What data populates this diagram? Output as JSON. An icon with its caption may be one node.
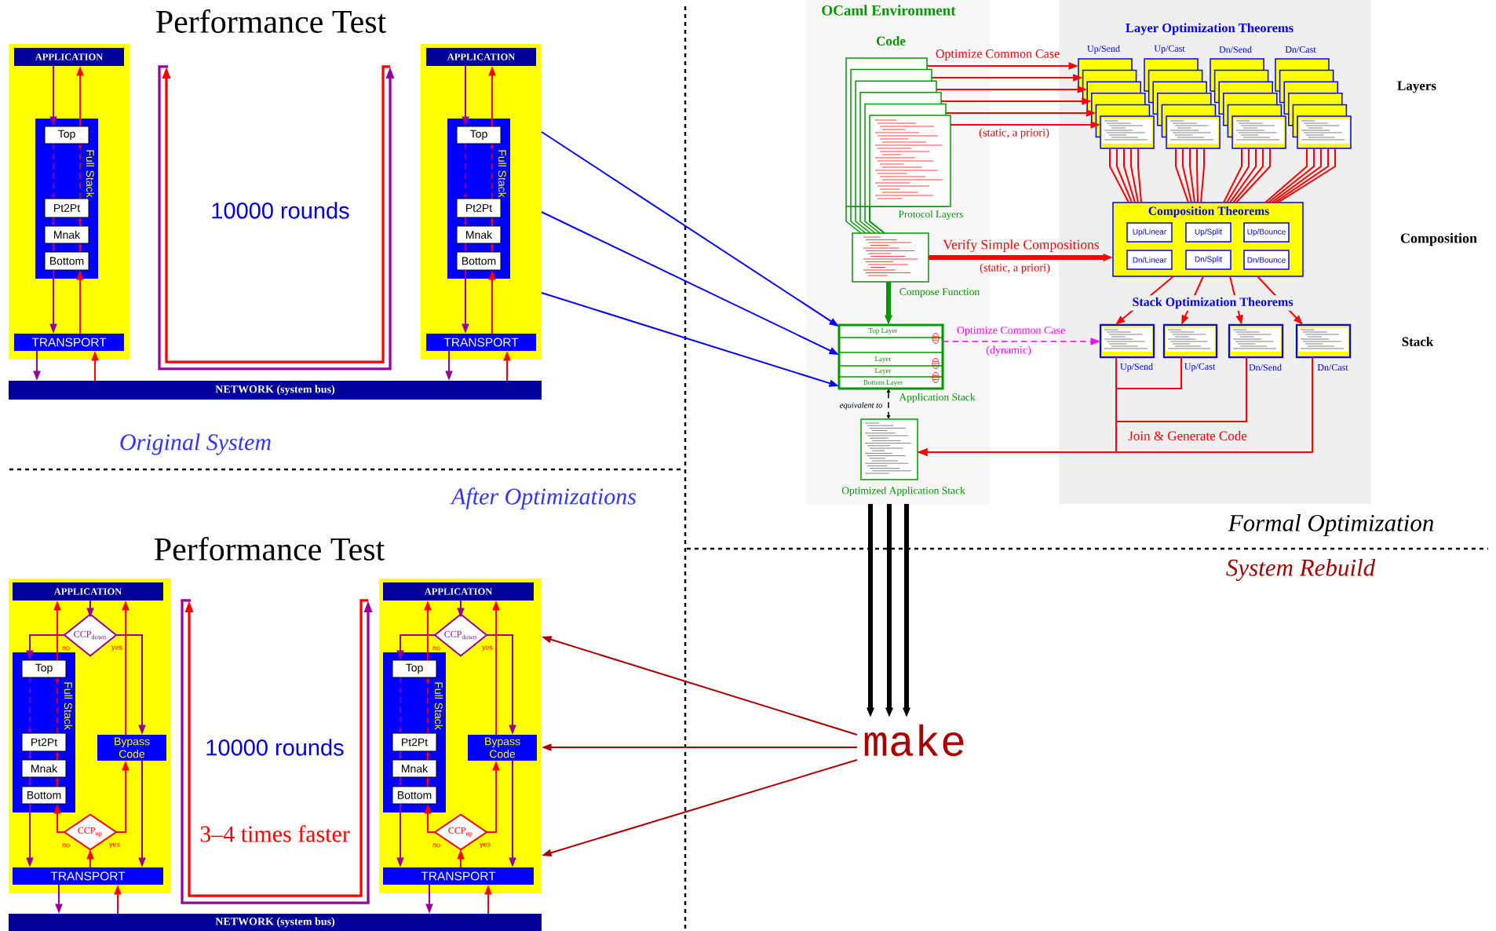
{
  "diagram": {
    "nodes": [
      {
        "text": [],
        "shape": "box"
      },
      {
        "text": [
          "APPLICATION"
        ],
        "in": 0
      },
      {
        "text": [
          "Full Stack"
        ],
        "in": 0
      },
      {
        "text": [
          "Top"
        ],
        "in": 2
      },
      {
        "text": [
          "Pt2Pt"
        ],
        "in": 2
      },
      {
        "text": [
          "Mnak"
        ],
        "in": 2
      },
      {
        "text": [
          "Bottom"
        ],
        "in": 2
      },
      {
        "text": [
          "TRANSPORT"
        ],
        "in": 0
      },
      {
        "text": [],
        "shape": "box"
      },
      {
        "text": [
          "APPLICATION"
        ],
        "in": 8
      },
      {
        "text": [
          "Full Stack"
        ],
        "in": 8
      },
      {
        "text": [
          "Top"
        ],
        "in": 10
      },
      {
        "text": [
          "Pt2Pt"
        ],
        "in": 10
      },
      {
        "text": [
          "Mnak"
        ],
        "in": 10
      },
      {
        "text": [
          "Bottom"
        ],
        "in": 10
      },
      {
        "text": [
          "TRANSPORT"
        ],
        "in": 8
      },
      {
        "text": [
          "NETWORK (system bus)"
        ]
      },
      {
        "text": [],
        "shape": "box"
      },
      {
        "text": [
          "APPLICATION"
        ],
        "in": 17
      },
      {
        "text": [
          "CCP$_{down}$"
        ],
        "in": 17
      },
      {
        "text": [
          "Full Stack"
        ],
        "in": 17
      },
      {
        "text": [
          "Top"
        ],
        "in": 20
      },
      {
        "text": [
          "Pt2Pt"
        ],
        "in": 20
      },
      {
        "text": [
          "Mnak"
        ],
        "in": 20
      },
      {
        "text": [
          "Bottom"
        ],
        "in": 20
      },
      {
        "text": [
          "Bypass Code"
        ],
        "in": 17
      },
      {
        "text": [
          "CCP$_{up}$"
        ],
        "in": 17
      },
      {
        "text": [
          "TRANSPORT"
        ],
        "in": 17
      },
      {
        "text": [],
        "shape": "box"
      },
      {
        "text": [
          "APPLICATION"
        ],
        "in": 28
      },
      {
        "text": [
          "CCP$_{down}$"
        ],
        "in": 28
      },
      {
        "text": [
          "Full Stack"
        ],
        "in": 28
      },
      {
        "text": [
          "Top"
        ],
        "in": 31
      },
      {
        "text": [
          "Pt2Pt"
        ],
        "in": 31
      },
      {
        "text": [
          "Mnak"
        ],
        "in": 31
      },
      {
        "text": [
          "Bottom"
        ],
        "in": 31
      },
      {
        "text": [
          "Bypass Code"
        ],
        "in": 28
      },
      {
        "text": [
          "CCP$_{up}$"
        ],
        "in": 28
      },
      {
        "text": [
          "TRANSPORT"
        ],
        "in": 28
      },
      {
        "text": [
          "NETWORK (system bus)"
        ]
      },
      {
        "text": [
          "OCaml Environment"
        ]
      },
      {
        "text": [
          "Code"
        ],
        "beside": [
          "Protocol Layers"
        ],
        "in": 40
      },
      {
        "text": [],
        "shape": "box",
        "beside": [
          "Compose Function"
        ],
        "in": 40
      },
      {
        "text": [
          "Top Layer",
          "Layer",
          "Layer",
          "Bottom Layer"
        ],
        "beside": [
          "Application Stack"
        ],
        "in": 40
      },
      {
        "text": [],
        "shape": "box",
        "beside": [
          "Optimized Application Stack"
        ],
        "in": 40
      },
      {
        "text": [],
        "shape": "box"
      },
      {
        "text": [
          "Up/Send"
        ],
        "in": 45
      },
      {
        "text": [
          "Up/Cast"
        ],
        "in": 45
      },
      {
        "text": [
          "Dn/Send"
        ],
        "in": 45
      },
      {
        "text": [
          "Dn/Cast"
        ],
        "in": 45
      },
      {
        "text": [
          "Composition Theorems"
        ],
        "in": 45
      },
      {
        "text": [
          "Up/Linear"
        ],
        "in": 50
      },
      {
        "text": [
          "Up/Split"
        ],
        "in": 50
      },
      {
        "text": [
          "Up/Bounce"
        ],
        "in": 50
      },
      {
        "text": [
          "Dn/Linear"
        ],
        "in": 50
      },
      {
        "text": [
          "Dn/Split"
        ],
        "in": 50
      },
      {
        "text": [
          "Dn/Bounce"
        ],
        "in": 50
      },
      {
        "text": [
          "Up/Send"
        ],
        "in": 45
      },
      {
        "text": [
          "Up/Cast"
        ],
        "in": 45
      },
      {
        "text": [
          "Dn/Send"
        ],
        "in": 45
      },
      {
        "text": [
          "Dn/Cast"
        ],
        "in": 45
      },
      {
        "text": [
          "make"
        ]
      }
    ],
    "edges": [
      {
        "from": 1,
        "to": 3,
        "arrow": "to",
        "color": "#990099"
      },
      {
        "from": 3,
        "to": 1,
        "arrow": "to",
        "color": "#ff0000"
      },
      {
        "from": 3,
        "to": 4,
        "arrow": "to",
        "style": "dashed",
        "color": "#990099"
      },
      {
        "from": 4,
        "to": 3,
        "arrow": "to",
        "style": "dashed",
        "color": "#ff0000"
      },
      {
        "from": 4,
        "to": 5,
        "arrow": "to",
        "color": "#990099"
      },
      {
        "from": 5,
        "to": 4,
        "arrow": "to",
        "color": "#ff0000"
      },
      {
        "from": 5,
        "to": 6,
        "arrow": "to",
        "color": "#990099"
      },
      {
        "from": 6,
        "to": 5,
        "arrow": "to",
        "color": "#ff0000"
      },
      {
        "from": 6,
        "to": 7,
        "arrow": "to",
        "color": "#990099"
      },
      {
        "from": 7,
        "to": 6,
        "arrow": "to",
        "color": "#ff0000"
      },
      {
        "from": 7,
        "to": 16,
        "arrow": "to",
        "color": "#990099"
      },
      {
        "from": 16,
        "to": 7,
        "arrow": "to",
        "color": "#ff0000"
      },
      {
        "from": 9,
        "to": 11,
        "arrow": "to",
        "color": "#990099"
      },
      {
        "from": 11,
        "to": 9,
        "arrow": "to",
        "color": "#ff0000"
      },
      {
        "from": 11,
        "to": 12,
        "arrow": "to",
        "style": "dashed",
        "color": "#990099"
      },
      {
        "from": 12,
        "to": 11,
        "arrow": "to",
        "style": "dashed",
        "color": "#ff0000"
      },
      {
        "from": 12,
        "to": 13,
        "arrow": "to",
        "color": "#990099"
      },
      {
        "from": 13,
        "to": 12,
        "arrow": "to",
        "color": "#ff0000"
      },
      {
        "from": 13,
        "to": 14,
        "arrow": "to",
        "color": "#990099"
      },
      {
        "from": 14,
        "to": 13,
        "arrow": "to",
        "color": "#ff0000"
      },
      {
        "from": 14,
        "to": 15,
        "arrow": "to",
        "color": "#990099"
      },
      {
        "from": 15,
        "to": 14,
        "arrow": "to",
        "color": "#ff0000"
      },
      {
        "from": 15,
        "to": 16,
        "arrow": "to",
        "color": "#990099"
      },
      {
        "from": 16,
        "to": 15,
        "arrow": "to",
        "color": "#ff0000"
      },
      {
        "from": 18,
        "to": 19,
        "arrow": "to",
        "color": "#990099"
      },
      {
        "from": 19,
        "to": 21,
        "arrow": "to",
        "label": "no",
        "color": "#990099"
      },
      {
        "from": 19,
        "to": 25,
        "arrow": "to",
        "label": "yes",
        "color": "#990099"
      },
      {
        "from": 21,
        "to": 18,
        "arrow": "to",
        "color": "#ff0000"
      },
      {
        "from": 25,
        "to": 18,
        "arrow": "to",
        "color": "#ff0000"
      },
      {
        "from": 25,
        "to": 27,
        "arrow": "to",
        "color": "#990099"
      },
      {
        "from": 26,
        "to": 25,
        "arrow": "to",
        "label": "yes",
        "color": "#ff0000"
      },
      {
        "from": 26,
        "to": 24,
        "arrow": "to",
        "label": "no",
        "color": "#ff0000"
      },
      {
        "from": 27,
        "to": 26,
        "arrow": "to",
        "color": "#ff0000"
      },
      {
        "from": 24,
        "to": 27,
        "arrow": "to",
        "color": "#990099"
      },
      {
        "from": 21,
        "to": 22,
        "arrow": "to",
        "style": "dashed",
        "color": "#990099"
      },
      {
        "from": 22,
        "to": 21,
        "arrow": "to",
        "style": "dashed",
        "color": "#ff0000"
      },
      {
        "from": 22,
        "to": 23,
        "arrow": "to",
        "color": "#990099"
      },
      {
        "from": 23,
        "to": 22,
        "arrow": "to",
        "color": "#ff0000"
      },
      {
        "from": 23,
        "to": 24,
        "arrow": "to",
        "color": "#990099"
      },
      {
        "from": 24,
        "to": 23,
        "arrow": "to",
        "color": "#ff0000"
      },
      {
        "from": 27,
        "to": 39,
        "arrow": "to",
        "color": "#990099"
      },
      {
        "from": 39,
        "to": 27,
        "arrow": "to",
        "color": "#ff0000"
      },
      {
        "from": 29,
        "to": 30,
        "arrow": "to",
        "color": "#990099"
      },
      {
        "from": 30,
        "to": 32,
        "arrow": "to",
        "label": "no",
        "color": "#990099"
      },
      {
        "from": 30,
        "to": 36,
        "arrow": "to",
        "label": "yes",
        "color": "#990099"
      },
      {
        "from": 32,
        "to": 29,
        "arrow": "to",
        "color": "#ff0000"
      },
      {
        "from": 36,
        "to": 29,
        "arrow": "to",
        "color": "#ff0000"
      },
      {
        "from": 36,
        "to": 38,
        "arrow": "to",
        "color": "#990099"
      },
      {
        "from": 37,
        "to": 36,
        "arrow": "to",
        "label": "yes",
        "color": "#ff0000"
      },
      {
        "from": 37,
        "to": 35,
        "arrow": "to",
        "label": "no",
        "color": "#ff0000"
      },
      {
        "from": 38,
        "to": 37,
        "arrow": "to",
        "color": "#ff0000"
      },
      {
        "from": 35,
        "to": 38,
        "arrow": "to",
        "color": "#990099"
      },
      {
        "from": 32,
        "to": 33,
        "arrow": "to",
        "style": "dashed",
        "color": "#990099"
      },
      {
        "from": 33,
        "to": 32,
        "arrow": "to",
        "style": "dashed",
        "color": "#ff0000"
      },
      {
        "from": 33,
        "to": 34,
        "arrow": "to",
        "color": "#990099"
      },
      {
        "from": 34,
        "to": 33,
        "arrow": "to",
        "color": "#ff0000"
      },
      {
        "from": 34,
        "to": 35,
        "arrow": "to",
        "color": "#990099"
      },
      {
        "from": 35,
        "to": 34,
        "arrow": "to",
        "color": "#ff0000"
      },
      {
        "from": 38,
        "to": 39,
        "arrow": "to",
        "color": "#990099"
      },
      {
        "from": 39,
        "to": 38,
        "arrow": "to",
        "color": "#ff0000"
      },
      {
        "from": 41,
        "to": 46,
        "arrow": "to",
        "label": "Optimize Common Case",
        "color": "#ff0000"
      },
      {
        "from": 41,
        "to": 46,
        "arrow": "to",
        "color": "#ff0000"
      },
      {
        "from": 41,
        "to": 46,
        "arrow": "to",
        "color": "#ff0000"
      },
      {
        "from": 41,
        "to": 46,
        "arrow": "to",
        "color": "#ff0000"
      },
      {
        "from": 41,
        "to": 46,
        "arrow": "to",
        "color": "#ff0000"
      },
      {
        "from": 41,
        "to": 46,
        "arrow": "to",
        "color": "#ff0000"
      },
      {
        "from": 41,
        "to": 42,
        "arrow": "none",
        "color": "#009900"
      },
      {
        "from": 42,
        "to": 43,
        "arrow": "to",
        "style": "thick",
        "color": "#009900"
      },
      {
        "from": 43,
        "to": 44,
        "arrow": "both",
        "style": "dashed",
        "label": "equivalent to",
        "color": "#000000"
      },
      {
        "from": 42,
        "to": 50,
        "arrow": "to",
        "style": "thick",
        "label": "Verify Simple Compositions",
        "color": "#ff0000"
      },
      {
        "from": 46,
        "to": 50,
        "arrow": "none",
        "color": "#ff0000"
      },
      {
        "from": 47,
        "to": 50,
        "arrow": "none",
        "color": "#ff0000"
      },
      {
        "from": 48,
        "to": 50,
        "arrow": "none",
        "color": "#ff0000"
      },
      {
        "from": 49,
        "to": 50,
        "arrow": "none",
        "color": "#ff0000"
      },
      {
        "from": 50,
        "to": 57,
        "arrow": "to",
        "color": "#ff0000"
      },
      {
        "from": 50,
        "to": 58,
        "arrow": "to",
        "color": "#ff0000"
      },
      {
        "from": 50,
        "to": 59,
        "arrow": "to",
        "color": "#ff0000"
      },
      {
        "from": 50,
        "to": 60,
        "arrow": "to",
        "color": "#ff0000"
      },
      {
        "from": 43,
        "to": 57,
        "arrow": "to",
        "style": "dashed",
        "label": "Optimize Common Case",
        "color": "#ff00ff"
      },
      {
        "from": 57,
        "to": 44,
        "arrow": "to",
        "color": "#ff0000"
      },
      {
        "from": 58,
        "to": 44,
        "arrow": "to",
        "color": "#ff0000"
      },
      {
        "from": 59,
        "to": 44,
        "arrow": "to",
        "color": "#ff0000"
      },
      {
        "from": 60,
        "to": 44,
        "arrow": "to",
        "color": "#ff0000"
      },
      {
        "from": 8,
        "to": 43,
        "arrow": "to",
        "color": "#0000ff"
      },
      {
        "from": 8,
        "to": 43,
        "arrow": "to",
        "color": "#0000ff"
      },
      {
        "from": 8,
        "to": 43,
        "arrow": "to",
        "color": "#0000ff"
      },
      {
        "from": 40,
        "to": 61,
        "arrow": "to",
        "style": "thick",
        "color": "#000000"
      },
      {
        "from": 40,
        "to": 61,
        "arrow": "to",
        "style": "thick",
        "color": "#000000"
      },
      {
        "from": 40,
        "to": 61,
        "arrow": "to",
        "style": "thick",
        "color": "#000000"
      },
      {
        "from": 61,
        "to": 28,
        "arrow": "to",
        "color": "#aa0000"
      },
      {
        "from": 61,
        "to": 28,
        "arrow": "to",
        "color": "#aa0000"
      },
      {
        "from": 61,
        "to": 28,
        "arrow": "to",
        "color": "#aa0000"
      }
    ],
    "labels": [
      "Performance Test",
      "10000 rounds",
      "Original System",
      "After Optimizations",
      "Performance Test",
      "10000 rounds",
      "3–4 times faster",
      "Layer Optimization Theorems",
      "(static, a priori)",
      "Layers",
      "(static, a priori)",
      "Composition",
      "Stack Optimization Theorems",
      "(dynamic)",
      "Stack",
      "Join & Generate Code",
      "Formal Optimization",
      "System Rebuild"
    ]
  }
}
